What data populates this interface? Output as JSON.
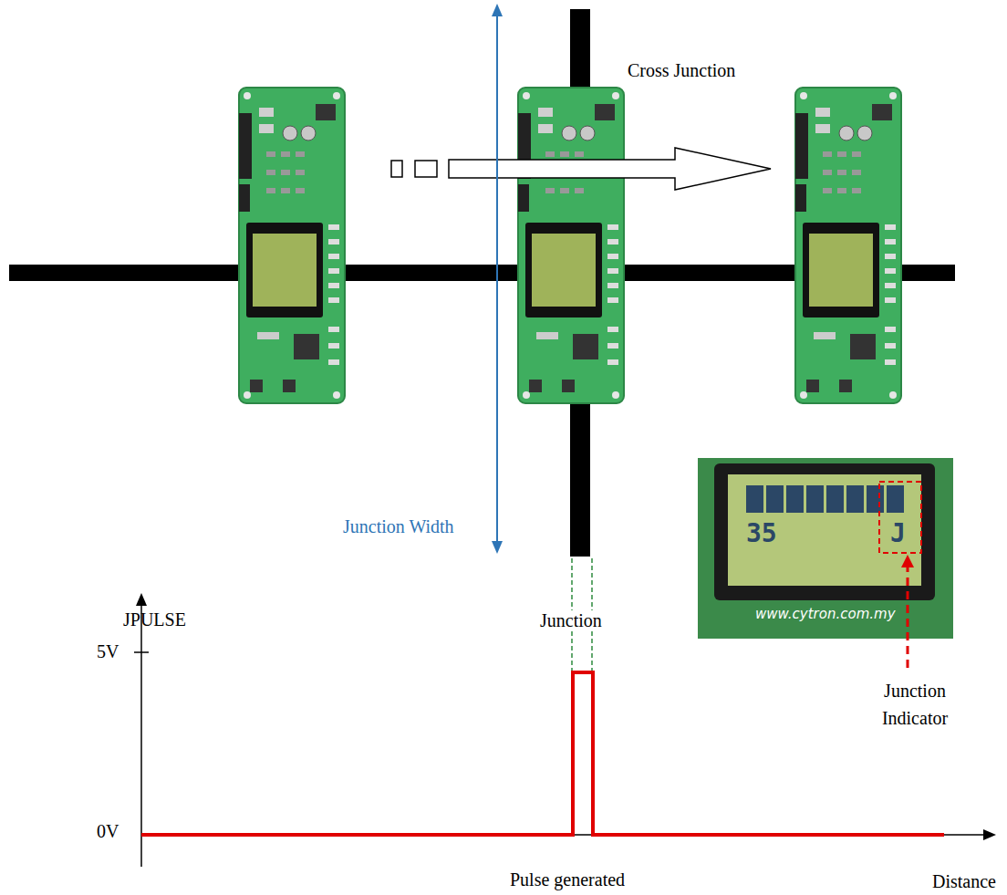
{
  "diagram": {
    "labels": [
      "Cross Junction",
      "Junction Width",
      "JPULSE",
      "5V",
      "Junction",
      "Junction Indicator",
      "0V",
      "Pulse generated",
      "Distance",
      "35",
      "J",
      "www.cytron.com.my"
    ]
  }
}
